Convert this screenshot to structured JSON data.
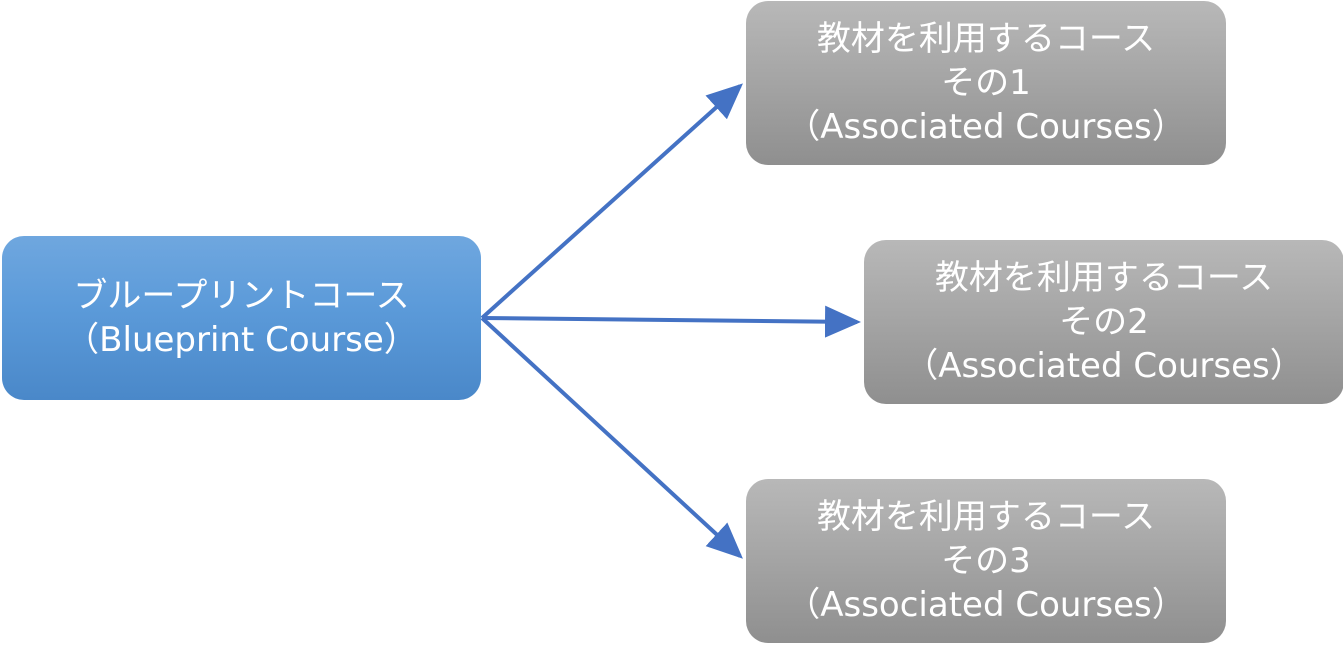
{
  "diagram": {
    "blueprint": {
      "title": "ブループリントコース",
      "subtitle": "（Blueprint Course）"
    },
    "associated": [
      {
        "title": "教材を利用するコース",
        "number": "その1",
        "subtitle": "（Associated Courses）"
      },
      {
        "title": "教材を利用するコース",
        "number": "その2",
        "subtitle": "（Associated Courses）"
      },
      {
        "title": "教材を利用するコース",
        "number": "その3",
        "subtitle": "（Associated Courses）"
      }
    ],
    "colors": {
      "blueprint_fill": "#5b9ad9",
      "associated_fill": "#a4a4a4",
      "arrow": "#4472c4",
      "text": "#ffffff"
    }
  }
}
